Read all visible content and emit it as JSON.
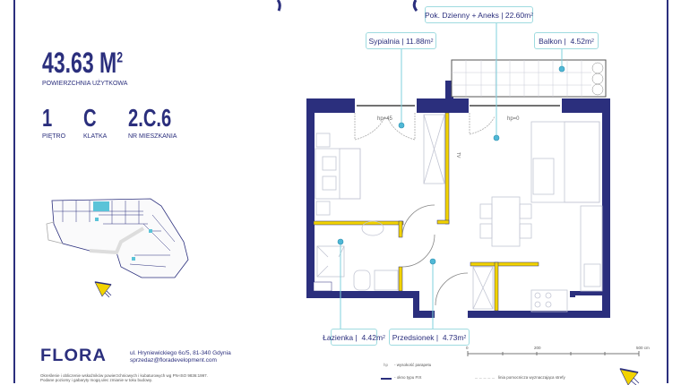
{
  "summary": {
    "area_value": "43.63 M",
    "area_sup": "2",
    "area_caption": "POWIERZCHNIA UŻYTKOWA",
    "floor_value": "1",
    "floor_caption": "PIĘTRO",
    "stair_value": "C",
    "stair_caption": "KLATKA",
    "unit_value": "2.C.6",
    "unit_caption": "NR MIESZKANIA"
  },
  "rooms": [
    {
      "name": "Pok. Dzienny + Aneks",
      "area": "22.60"
    },
    {
      "name": "Sypialnia",
      "area": "11.88"
    },
    {
      "name": "Balkon",
      "area": "4.52"
    },
    {
      "name": "Łazienka",
      "area": "4.42"
    },
    {
      "name": "Przedsionek",
      "area": "4.73"
    }
  ],
  "area_unit": "m",
  "area_unit_sup": "2",
  "plan_annotations": {
    "hp_bedroom": "hp=45",
    "hp_living": "hp=0",
    "tv": "TV"
  },
  "footer": {
    "logo": "FLORA",
    "address": "ul. Hryniewickiego 6c/5, 81-340 Gdynia",
    "email": "sprzedaz@floradevelopment.com",
    "disclaimer_1": "Określenie i obliczenie wskaźników powierzchniowych i kubaturowych wg PN-ISO 9836:1997.",
    "disclaimer_2": "Podane poziomy i gabaryty mogą ulec zmianie w toku budowy."
  },
  "scale": {
    "ticks": [
      "0",
      "200",
      "500 cm"
    ]
  },
  "legend": {
    "hp_key": "hp",
    "hp_text": "- wysokość parapetu",
    "fix_text": "- okno typu FIX",
    "zone_text": "linia pomocnicza wyznaczająca strefy"
  },
  "colors": {
    "navy": "#2b2f7d",
    "highlight_wall": "#f2d300",
    "label_border": "#9fdbe0",
    "marker": "#4fb8d6"
  },
  "icons": [
    "compass-icon",
    "site-plan-thumbnail"
  ]
}
